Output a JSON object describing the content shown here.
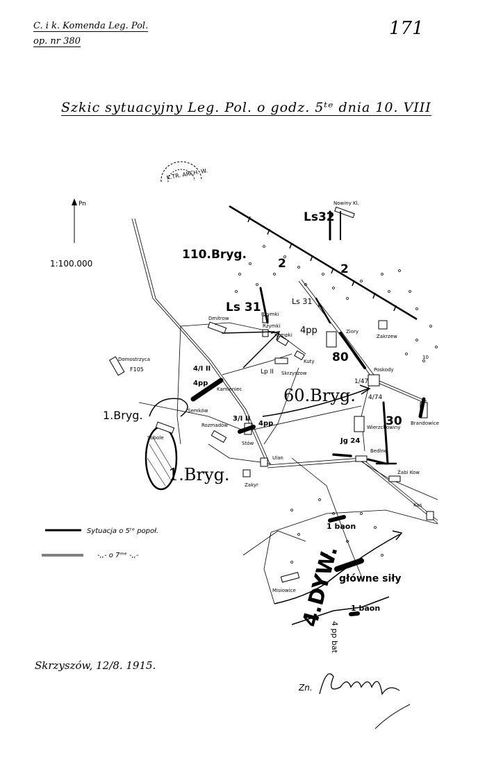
{
  "header": {
    "office": "C. i k. Komenda Leg. Pol.",
    "op_number": "op. nr 380",
    "page_number": "171",
    "title": "Szkic sytuacyjny Leg. Pol. o godz. 5ᵗᵉ dnia 10. VIII"
  },
  "stamp": "K.TR. ARCH. W.",
  "north_label": "Pn",
  "scale": "1:100.000",
  "formations": {
    "bryg110": "110.Bryg.",
    "bryg60": "60.Bryg.",
    "bryg1_a": "1.Bryg.",
    "bryg1_b": "1.Bryg.",
    "div4": "4.DYW.",
    "main_forces": "główne siły",
    "ls32": "Ls32",
    "ls31_a": "Ls 31",
    "ls31_b": "Ls 31",
    "two_a": "2",
    "two_b": "2",
    "n80": "80",
    "n30": "30",
    "n10": "10",
    "pp4_a": "4pp",
    "pp4_b": "4pp",
    "pp4_c": "4pp",
    "u4_1": "4/I II",
    "u3_1": "3/I II",
    "u1_47": "1/47",
    "u4_74": "4/74",
    "lp": "Lp II",
    "f105": "F105",
    "jg24": "Jg 24",
    "baon_a": "1 baon",
    "baon_b": "1 baon",
    "pp4bat": "4 pp bat"
  },
  "places": {
    "nowiny": "Nowiny Kl.",
    "dmitrow": "Dmitrow",
    "rzymki1": "Rzymki",
    "rzymki2": "Rzymki",
    "kempki": "Kempki",
    "kuty": "Kuty",
    "skrzyszow": "Skrzyszow",
    "domostrzyca": "Domostrzyca",
    "kamieniec": "Kamieniec",
    "semkow": "Semków",
    "rozmadow": "Rozmadów",
    "sobole": "Sobole",
    "stow": "Stów",
    "ulan": "Ulan",
    "zakyr": "Zakyr",
    "ziory": "Ziory",
    "zakrzew": "Zakrzew",
    "poskody": "Poskody",
    "brandowice": "Brandowice",
    "wierzchowiny": "Wierzchowiny",
    "bedlne": "Bedlne",
    "zabi_kow": "Żabi Kow",
    "kas": "Kas",
    "misiowice": "Misiowice"
  },
  "legend": {
    "solid": "Sytuacja o 5ᵗᵉ popoł.",
    "double": "-,,-   o 7ᵐᵉ -,,-"
  },
  "footer": {
    "date": "Skrzyszów, 12/8. 1915.",
    "signature": "Zn. Rzuberg mjr"
  }
}
